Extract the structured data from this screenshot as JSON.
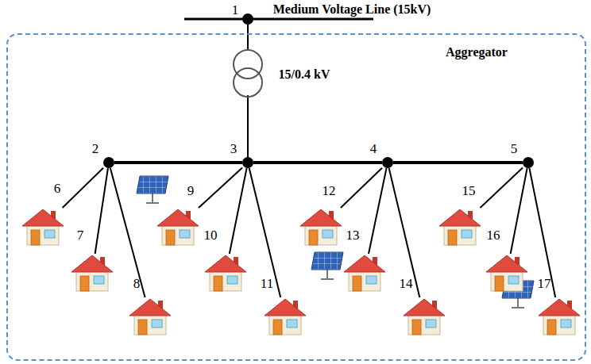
{
  "diagram": {
    "nodes": [
      {
        "text": [
          "1"
        ]
      },
      {
        "text": [
          "Aggregator"
        ]
      },
      {
        "text": [
          "2"
        ],
        "in": 1
      },
      {
        "text": [
          "3"
        ],
        "in": 1
      },
      {
        "text": [
          "4"
        ],
        "in": 1
      },
      {
        "text": [
          "5"
        ],
        "in": 1
      },
      {
        "text": [
          "6"
        ],
        "in": 1
      },
      {
        "text": [
          "7"
        ],
        "in": 1
      },
      {
        "text": [
          "8"
        ],
        "in": 1
      },
      {
        "text": [
          "9"
        ],
        "in": 1
      },
      {
        "text": [
          "10"
        ],
        "in": 1
      },
      {
        "text": [
          "11"
        ],
        "in": 1
      },
      {
        "text": [
          "12"
        ],
        "in": 1
      },
      {
        "text": [
          "13"
        ],
        "in": 1
      },
      {
        "text": [
          "14"
        ],
        "in": 1
      },
      {
        "text": [
          "15"
        ],
        "in": 1
      },
      {
        "text": [
          "16"
        ],
        "in": 1
      },
      {
        "text": [
          "17"
        ],
        "in": 1
      }
    ],
    "edges": [
      {
        "from": 0,
        "to": 3,
        "arrow": "none"
      },
      {
        "from": 2,
        "to": 3,
        "arrow": "none"
      },
      {
        "from": 3,
        "to": 4,
        "arrow": "none"
      },
      {
        "from": 4,
        "to": 5,
        "arrow": "none"
      },
      {
        "from": 2,
        "to": 6,
        "arrow": "none"
      },
      {
        "from": 2,
        "to": 7,
        "arrow": "none"
      },
      {
        "from": 2,
        "to": 8,
        "arrow": "none"
      },
      {
        "from": 3,
        "to": 9,
        "arrow": "none"
      },
      {
        "from": 3,
        "to": 10,
        "arrow": "none"
      },
      {
        "from": 3,
        "to": 11,
        "arrow": "none"
      },
      {
        "from": 4,
        "to": 12,
        "arrow": "none"
      },
      {
        "from": 4,
        "to": 13,
        "arrow": "none"
      },
      {
        "from": 4,
        "to": 14,
        "arrow": "none"
      },
      {
        "from": 5,
        "to": 15,
        "arrow": "none"
      },
      {
        "from": 5,
        "to": 16,
        "arrow": "none"
      },
      {
        "from": 5,
        "to": 17,
        "arrow": "none"
      }
    ],
    "labels": [
      "Medium Voltage Line (15kV)",
      "15/0.4 kV"
    ]
  }
}
